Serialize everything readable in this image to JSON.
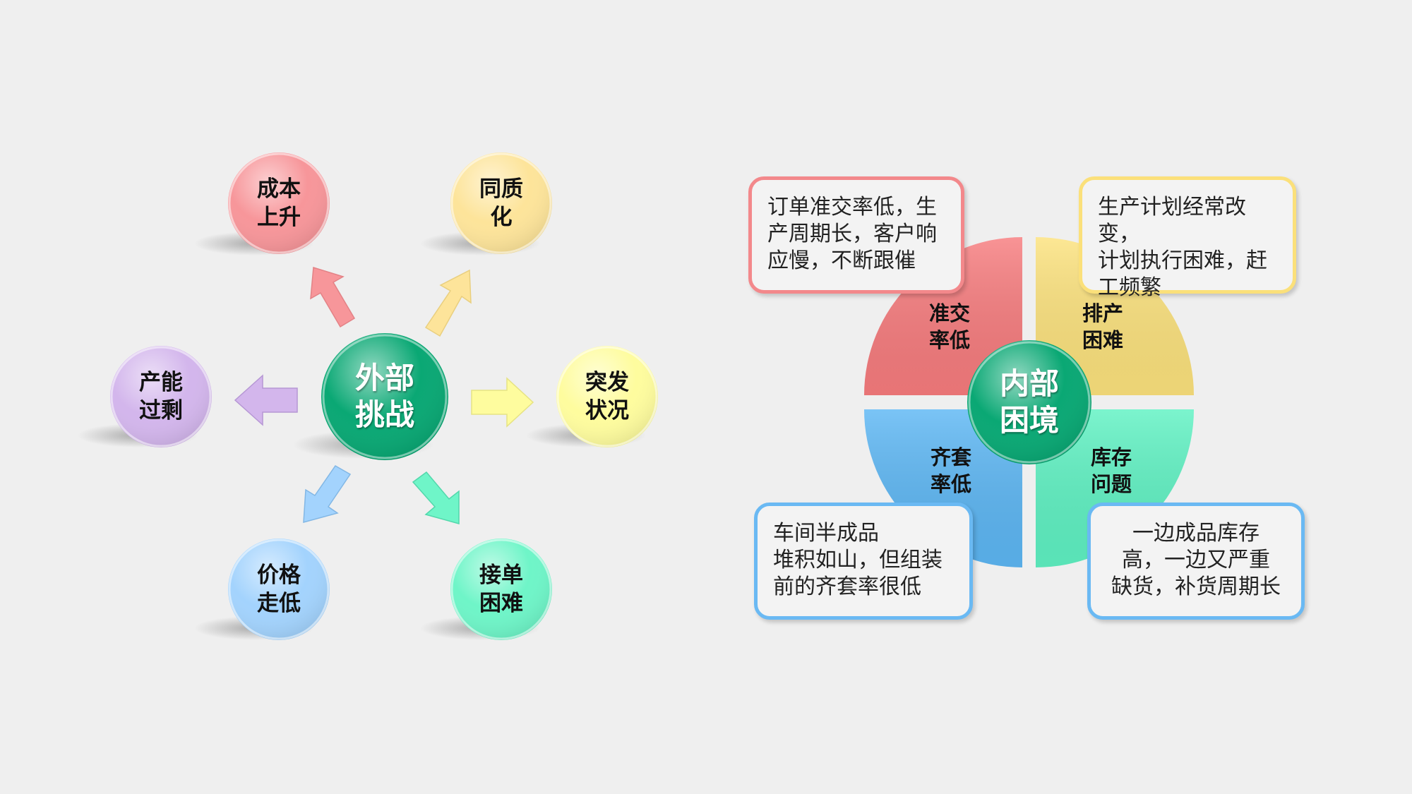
{
  "external": {
    "center": "外部\n挑战",
    "nodes": [
      {
        "label": "成本\n上升",
        "color": "#f7969a"
      },
      {
        "label": "同质\n化",
        "color": "#fde49a"
      },
      {
        "label": "突发\n状况",
        "color": "#fefc9e"
      },
      {
        "label": "接单\n困难",
        "color": "#6ff5c8"
      },
      {
        "label": "价格\n走低",
        "color": "#a3d3fd"
      },
      {
        "label": "产能\n过剩",
        "color": "#d3b6ec"
      }
    ],
    "center_color": "#0aa874"
  },
  "internal": {
    "center": "内部\n困境",
    "center_color": "#0aa874",
    "quadrants": [
      {
        "label": "准交\n率低",
        "color": "#f77c7e",
        "note": "订单准交率低，生\n产周期长，客户响\n应慢，不断跟催",
        "border": "#f3888b"
      },
      {
        "label": "排产\n困难",
        "color": "#fce27d",
        "note": "生产计划经常改变，\n计划执行困难，赶\n工频繁",
        "border": "#fbe07a"
      },
      {
        "label": "齐套\n率低",
        "color": "#5db7f4",
        "note": "车间半成品\n堆积如山，但组装\n前的齐套率很低",
        "border": "#6ab9f3"
      },
      {
        "label": "库存\n问题",
        "color": "#5ff2c3",
        "note": "一边成品库存\n高，一边又严重\n缺货，补货周期长",
        "border": "#6ab9f3"
      }
    ]
  }
}
